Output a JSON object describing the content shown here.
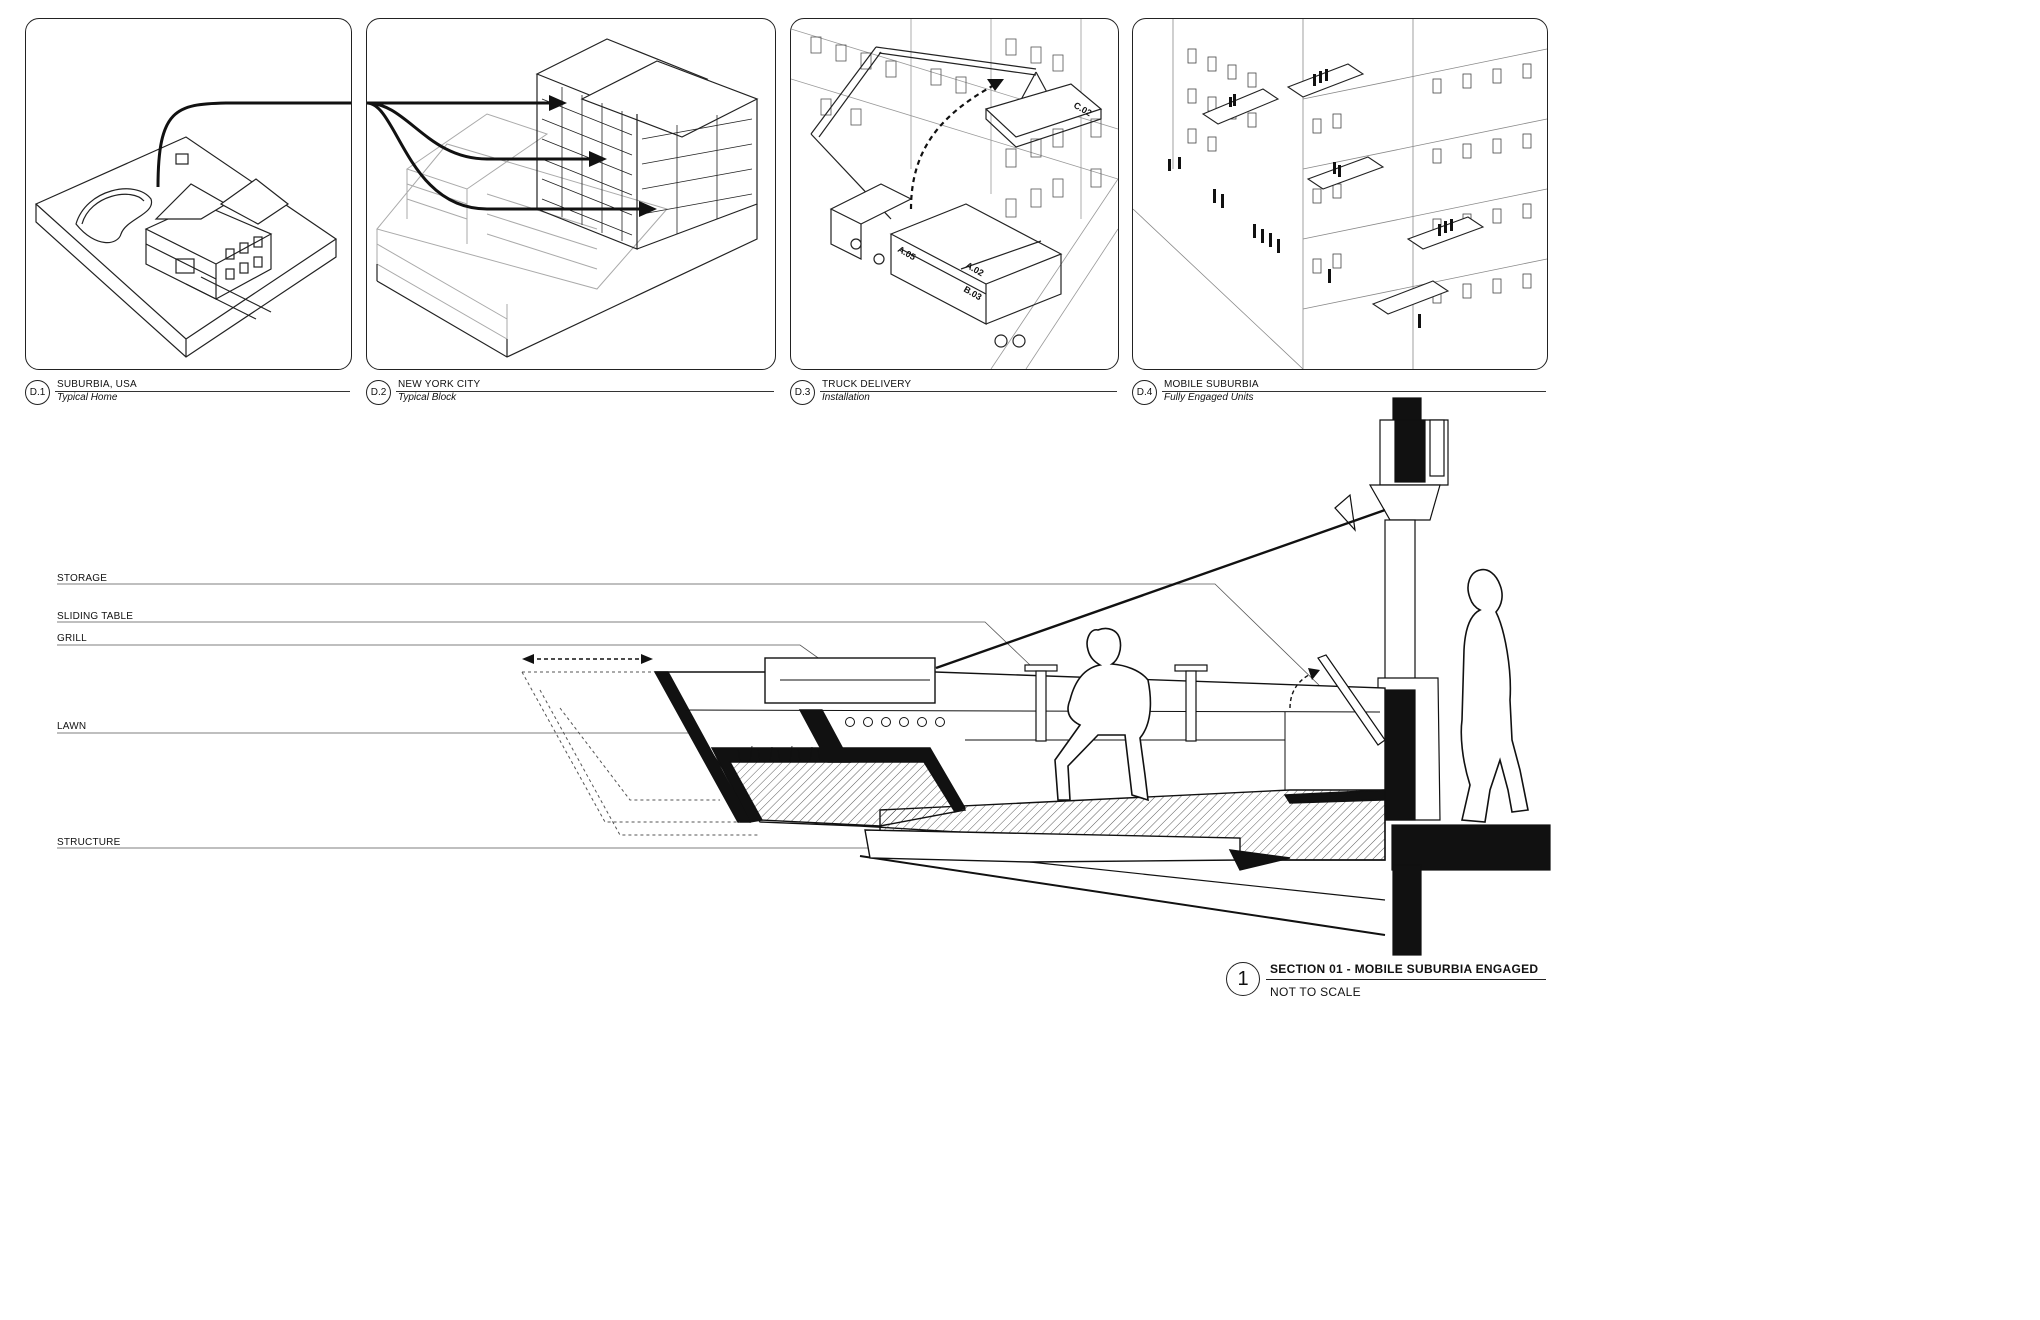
{
  "panels": [
    {
      "num": "D.1",
      "title": "SUBURBIA, USA",
      "subtitle": "Typical Home",
      "icon": "suburban-house-icon"
    },
    {
      "num": "D.2",
      "title": "NEW YORK CITY",
      "subtitle": "Typical Block",
      "icon": "city-block-icon"
    },
    {
      "num": "D.3",
      "title": "TRUCK DELIVERY",
      "subtitle": "Installation",
      "icon": "crane-truck-icon"
    },
    {
      "num": "D.4",
      "title": "MOBILE SUBURBIA",
      "subtitle": "Fully Engaged Units",
      "icon": "facade-units-icon"
    }
  ],
  "unit_tags": {
    "c02": "C.02",
    "a05": "A.05",
    "a02": "A.02",
    "b03": "B.03"
  },
  "section_labels": {
    "storage": "STORAGE",
    "sliding_table": "SLIDING TABLE",
    "grill": "GRILL",
    "lawn": "LAWN",
    "structure": "STRUCTURE"
  },
  "section_title": {
    "number": "1",
    "title": "SECTION  01 - MOBILE SUBURBIA ENGAGED",
    "subtitle": "NOT TO SCALE"
  },
  "colors": {
    "ink": "#111111",
    "paper": "#ffffff",
    "grey": "#bbbbbb"
  }
}
